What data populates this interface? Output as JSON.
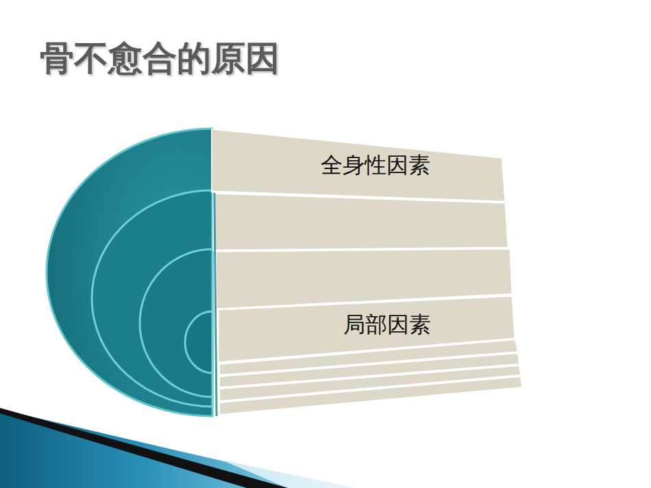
{
  "diagram": {
    "title": "骨不愈合的原因",
    "nodes": [
      {
        "text": [
          "全身性因素"
        ]
      },
      {
        "text": [
          "局部因素"
        ]
      }
    ]
  }
}
